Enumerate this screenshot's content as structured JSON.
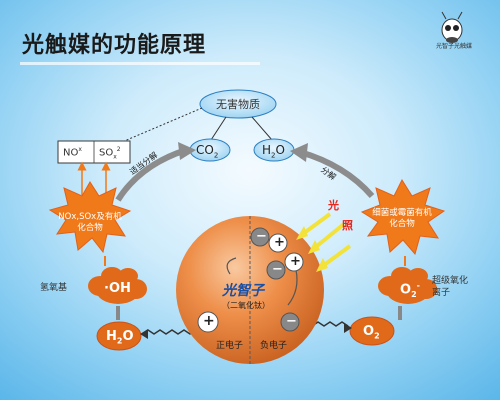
{
  "title": "光触媒的功能原理",
  "brand": "光智子光触媒",
  "harmless": "无害物质",
  "no_x": "NO",
  "no_sup": "x",
  "so_x": "SO",
  "so_sup": "x",
  "so_sup2": "2",
  "co2": "CO",
  "co2_sub": "2",
  "h2o_top": "H",
  "h2o_top_sub": "2",
  "h2o_top_end": "O",
  "oxidize_left": "适当分解",
  "oxidize_right": "分解",
  "star_left": "NOx,SOx及有机化合物",
  "star_right": "细菌或霉菌有机化合物",
  "light_1": "光",
  "light_2": "照",
  "hydroxyl_label": "氢氧基",
  "hydroxyl_ball": "·OH",
  "superoxide_label": "超级氧化离子",
  "superoxide_ball": "O",
  "superoxide_sub": "2",
  "superoxide_sup": "-",
  "h2o_bottom": "H",
  "h2o_bottom_sub": "2",
  "h2o_bottom_end": "O",
  "o2_bottom": "O",
  "o2_bottom_sub": "2",
  "sphere_brand": "光智子",
  "sphere_sub": "（二氧化钛）",
  "positive_label": "正电子",
  "negative_label": "负电子",
  "plus": "+",
  "minus": "−",
  "colors": {
    "orange": "#f07a1a",
    "sphere": "#e8853a",
    "blue_cell": "#bfe3f7"
  }
}
